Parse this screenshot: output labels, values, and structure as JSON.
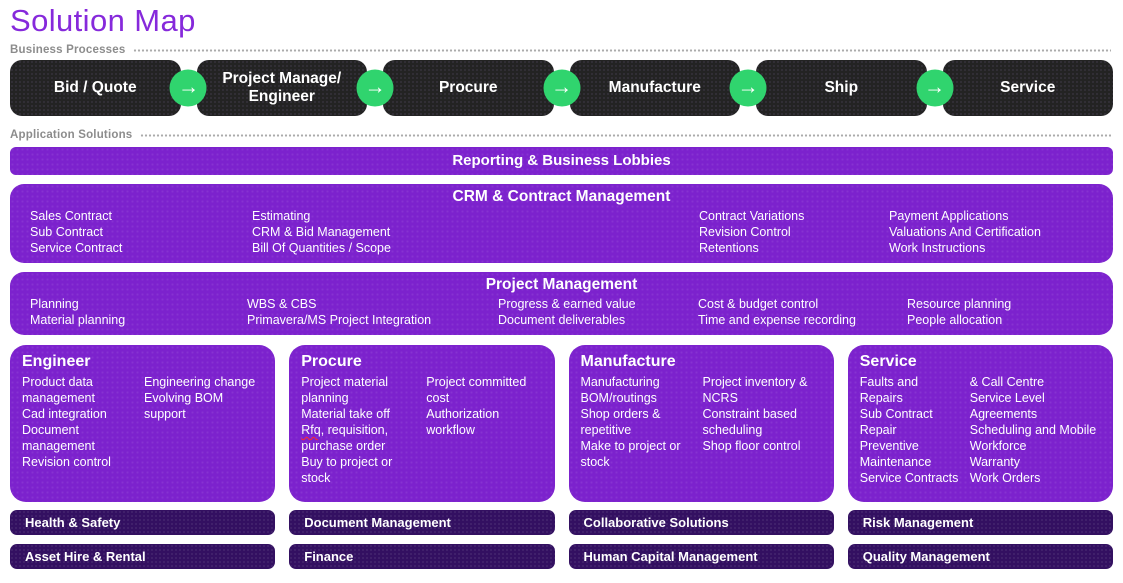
{
  "title": "Solution Map",
  "section_labels": {
    "business_processes": "Business Processes",
    "application_solutions": "Application Solutions"
  },
  "flow": {
    "steps": [
      "Bid / Quote",
      "Project Manage/ Engineer",
      "Procure",
      "Manufacture",
      "Ship",
      "Service"
    ],
    "arrow_glyph": "→"
  },
  "banner": "Reporting & Business Lobbies",
  "crm": {
    "title": "CRM & Contract Management",
    "col1": [
      "Sales Contract",
      "Sub Contract",
      "Service Contract"
    ],
    "col2": [
      "Estimating",
      "CRM & Bid Management",
      "Bill Of Quantities / Scope"
    ],
    "col3": [
      "Contract Variations",
      "Revision Control",
      "Retentions"
    ],
    "col4": [
      "Payment Applications",
      "Valuations And Certification",
      "Work Instructions"
    ]
  },
  "pm": {
    "title": "Project Management",
    "col1": [
      "Planning",
      "Material planning"
    ],
    "col2": [
      "WBS & CBS",
      "Primavera/MS Project Integration"
    ],
    "col3": [
      "Progress & earned value",
      "Document deliverables"
    ],
    "col4": [
      "Cost & budget control",
      "Time and expense recording"
    ],
    "col5": [
      "Resource planning",
      "People allocation"
    ]
  },
  "engineer": {
    "title": "Engineer",
    "col1": [
      "Product data management",
      "Cad integration",
      "Document management",
      "Revision control"
    ],
    "col2": [
      "Engineering change",
      "Evolving BOM support"
    ]
  },
  "procure": {
    "title": "Procure",
    "col1_top": [
      "Project material planning",
      "Material take off"
    ],
    "rfq_word": "Rfq",
    "rfq_rest": ", requisition, purchase order",
    "col1_bottom": "Buy to project or stock",
    "col2": [
      "Project committed cost",
      "Authorization workflow"
    ]
  },
  "manufacture": {
    "title": "Manufacture",
    "col1": [
      "Manufacturing BOM/routings",
      "Shop orders & repetitive",
      "Make to project or stock"
    ],
    "col2": [
      "Project inventory & NCRS",
      "Constraint based scheduling",
      "Shop floor control"
    ]
  },
  "service": {
    "title": "Service",
    "col1": [
      "Faults and Repairs",
      "Sub Contract Repair",
      "Preventive Maintenance",
      "Service Contracts"
    ],
    "col2": [
      "& Call Centre",
      "Service Level Agreements",
      "Scheduling and Mobile Workforce",
      "Warranty",
      "Work Orders"
    ]
  },
  "utility": {
    "items": [
      "Health & Safety",
      "Document Management",
      "Collaborative Solutions",
      "Risk Management",
      "Asset Hire & Rental",
      "Finance",
      "Human Capital Management",
      "Quality Management"
    ]
  },
  "colors": {
    "title_purple": "#8629db",
    "box_purple": "#7c22cd",
    "dark_purple": "#331061",
    "step_black": "#232323",
    "arrow_green": "#30d46e",
    "label_gray": "#8c8c8c"
  }
}
